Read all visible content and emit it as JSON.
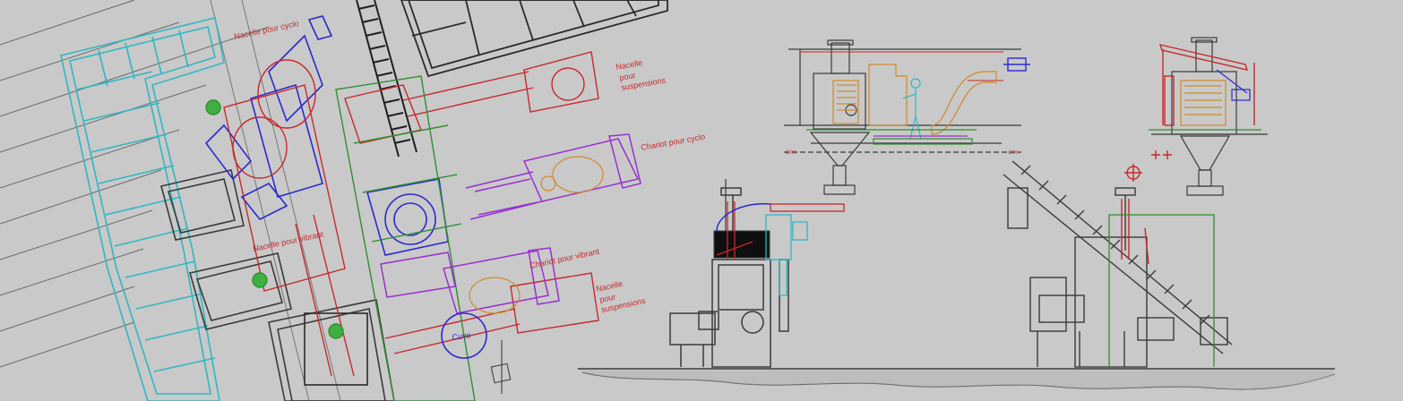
{
  "labels": {
    "nacelle_cyclo": "Nacelle pour cyclo",
    "nacelle_suspensions_1_a": "Nacelle",
    "nacelle_suspensions_1_b": "pour",
    "nacelle_suspensions_1_c": "suspensions",
    "chariot_cyclo": "Chariot pour cyclo",
    "nacelle_vibrant": "Nacelle pour vibrant",
    "chariot_vibrant": "Chariot pour vibrant",
    "nacelle_suspensions_2_a": "Nacelle",
    "nacelle_suspensions_2_b": "pour",
    "nacelle_suspensions_2_c": "suspensions",
    "cuve": "Cuve",
    "elev_left": "10m",
    "elev_right": "10m"
  },
  "colors": {
    "background": "#c9c9c9",
    "line_dark": "#4a4a4a",
    "cyan": "#2fb7c4",
    "blue": "#2a2ad0",
    "red": "#c8282c",
    "green": "#2f8f2f",
    "purple": "#9a2fd0",
    "orange": "#d08a2a"
  }
}
